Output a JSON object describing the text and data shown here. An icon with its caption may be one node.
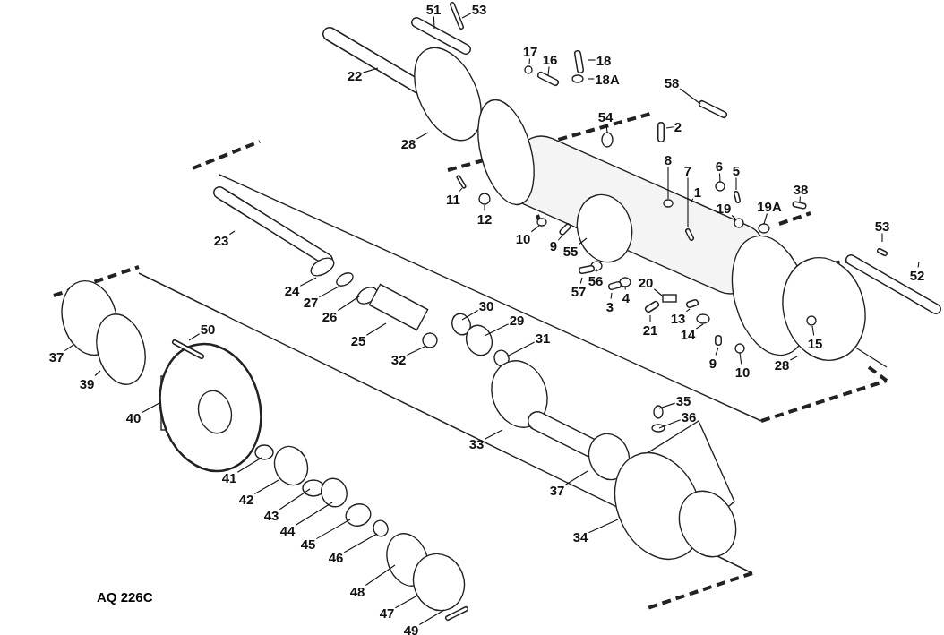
{
  "diagram": {
    "nodes": [
      {
        "text": [
          "51"
        ]
      },
      {
        "text": [
          "53"
        ]
      },
      {
        "text": [
          "22"
        ]
      },
      {
        "text": [
          "17"
        ]
      },
      {
        "text": [
          "16"
        ]
      },
      {
        "text": [
          "18"
        ]
      },
      {
        "text": [
          "18A"
        ]
      },
      {
        "text": [
          "58"
        ]
      },
      {
        "text": [
          "54"
        ]
      },
      {
        "text": [
          "2"
        ]
      },
      {
        "text": [
          "28"
        ]
      },
      {
        "text": [
          "8"
        ]
      },
      {
        "text": [
          "7"
        ]
      },
      {
        "text": [
          "6"
        ]
      },
      {
        "text": [
          "5"
        ]
      },
      {
        "text": [
          "1"
        ]
      },
      {
        "text": [
          "19"
        ]
      },
      {
        "text": [
          "19A"
        ]
      },
      {
        "text": [
          "38"
        ]
      },
      {
        "text": [
          "11"
        ]
      },
      {
        "text": [
          "12"
        ]
      },
      {
        "text": [
          "10"
        ]
      },
      {
        "text": [
          "9"
        ]
      },
      {
        "text": [
          "55"
        ]
      },
      {
        "text": [
          "53"
        ]
      },
      {
        "text": [
          "52"
        ]
      },
      {
        "text": [
          "57"
        ]
      },
      {
        "text": [
          "56"
        ]
      },
      {
        "text": [
          "3"
        ]
      },
      {
        "text": [
          "4"
        ]
      },
      {
        "text": [
          "20"
        ]
      },
      {
        "text": [
          "21"
        ]
      },
      {
        "text": [
          "13"
        ]
      },
      {
        "text": [
          "14"
        ]
      },
      {
        "text": [
          "15"
        ]
      },
      {
        "text": [
          "9"
        ]
      },
      {
        "text": [
          "10"
        ]
      },
      {
        "text": [
          "28"
        ]
      },
      {
        "text": [
          "23"
        ]
      },
      {
        "text": [
          "24"
        ]
      },
      {
        "text": [
          "27"
        ]
      },
      {
        "text": [
          "26"
        ]
      },
      {
        "text": [
          "25"
        ]
      },
      {
        "text": [
          "30"
        ]
      },
      {
        "text": [
          "29"
        ]
      },
      {
        "text": [
          "31"
        ]
      },
      {
        "text": [
          "32"
        ]
      },
      {
        "text": [
          "37"
        ]
      },
      {
        "text": [
          "39"
        ]
      },
      {
        "text": [
          "50"
        ]
      },
      {
        "text": [
          "40"
        ]
      },
      {
        "text": [
          "41"
        ]
      },
      {
        "text": [
          "42"
        ]
      },
      {
        "text": [
          "43"
        ]
      },
      {
        "text": [
          "44"
        ]
      },
      {
        "text": [
          "45"
        ]
      },
      {
        "text": [
          "46"
        ]
      },
      {
        "text": [
          "48"
        ]
      },
      {
        "text": [
          "47"
        ]
      },
      {
        "text": [
          "49"
        ]
      },
      {
        "text": [
          "33"
        ]
      },
      {
        "text": [
          "35"
        ]
      },
      {
        "text": [
          "36"
        ]
      },
      {
        "text": [
          "37"
        ]
      },
      {
        "text": [
          "34"
        ]
      }
    ],
    "edges": [
      {
        "from": 0,
        "to": null,
        "arrow": "none"
      },
      {
        "from": 1,
        "to": null,
        "arrow": "none"
      },
      {
        "from": 2,
        "to": null,
        "arrow": "none"
      },
      {
        "from": 3,
        "to": null,
        "arrow": "none"
      },
      {
        "from": 4,
        "to": null,
        "arrow": "none"
      },
      {
        "from": 5,
        "to": null,
        "arrow": "none"
      },
      {
        "from": 6,
        "to": null,
        "arrow": "none"
      },
      {
        "from": 7,
        "to": null,
        "arrow": "none"
      },
      {
        "from": 8,
        "to": null,
        "arrow": "none"
      },
      {
        "from": 9,
        "to": null,
        "arrow": "none"
      },
      {
        "from": 10,
        "to": null,
        "arrow": "none"
      },
      {
        "from": 11,
        "to": null,
        "arrow": "none"
      },
      {
        "from": 12,
        "to": null,
        "arrow": "none"
      },
      {
        "from": 13,
        "to": null,
        "arrow": "none"
      },
      {
        "from": 14,
        "to": null,
        "arrow": "none"
      },
      {
        "from": 15,
        "to": null,
        "arrow": "none"
      },
      {
        "from": 16,
        "to": null,
        "arrow": "none"
      },
      {
        "from": 17,
        "to": null,
        "arrow": "none"
      },
      {
        "from": 18,
        "to": null,
        "arrow": "none"
      },
      {
        "from": 19,
        "to": null,
        "arrow": "none"
      },
      {
        "from": 20,
        "to": null,
        "arrow": "none"
      },
      {
        "from": 21,
        "to": null,
        "arrow": "none"
      },
      {
        "from": 22,
        "to": null,
        "arrow": "none"
      },
      {
        "from": 23,
        "to": null,
        "arrow": "none"
      },
      {
        "from": 24,
        "to": null,
        "arrow": "none"
      },
      {
        "from": 25,
        "to": null,
        "arrow": "none"
      },
      {
        "from": 26,
        "to": null,
        "arrow": "none"
      },
      {
        "from": 27,
        "to": null,
        "arrow": "none"
      },
      {
        "from": 28,
        "to": null,
        "arrow": "none"
      },
      {
        "from": 29,
        "to": null,
        "arrow": "none"
      },
      {
        "from": 30,
        "to": null,
        "arrow": "none"
      },
      {
        "from": 31,
        "to": null,
        "arrow": "none"
      },
      {
        "from": 32,
        "to": null,
        "arrow": "none"
      },
      {
        "from": 33,
        "to": null,
        "arrow": "none"
      },
      {
        "from": 34,
        "to": null,
        "arrow": "none"
      },
      {
        "from": 35,
        "to": null,
        "arrow": "none"
      },
      {
        "from": 36,
        "to": null,
        "arrow": "none"
      },
      {
        "from": 37,
        "to": null,
        "arrow": "none"
      },
      {
        "from": 38,
        "to": null,
        "arrow": "none"
      },
      {
        "from": 39,
        "to": null,
        "arrow": "none"
      },
      {
        "from": 40,
        "to": null,
        "arrow": "none"
      },
      {
        "from": 41,
        "to": null,
        "arrow": "none"
      },
      {
        "from": 42,
        "to": null,
        "arrow": "none"
      },
      {
        "from": 43,
        "to": null,
        "arrow": "none"
      },
      {
        "from": 44,
        "to": null,
        "arrow": "none"
      },
      {
        "from": 45,
        "to": null,
        "arrow": "none"
      },
      {
        "from": 46,
        "to": null,
        "arrow": "none"
      },
      {
        "from": 47,
        "to": null,
        "arrow": "none"
      },
      {
        "from": 48,
        "to": null,
        "arrow": "none"
      },
      {
        "from": 49,
        "to": null,
        "arrow": "none"
      },
      {
        "from": 50,
        "to": null,
        "arrow": "none"
      },
      {
        "from": 51,
        "to": null,
        "arrow": "none"
      },
      {
        "from": 52,
        "to": null,
        "arrow": "none"
      },
      {
        "from": 53,
        "to": null,
        "arrow": "none"
      },
      {
        "from": 54,
        "to": null,
        "arrow": "none"
      },
      {
        "from": 55,
        "to": null,
        "arrow": "none"
      },
      {
        "from": 56,
        "to": null,
        "arrow": "none"
      },
      {
        "from": 57,
        "to": null,
        "arrow": "none"
      },
      {
        "from": 58,
        "to": null,
        "arrow": "none"
      },
      {
        "from": 59,
        "to": null,
        "arrow": "none"
      },
      {
        "from": 60,
        "to": null,
        "arrow": "none"
      },
      {
        "from": 61,
        "to": null,
        "arrow": "none"
      },
      {
        "from": 62,
        "to": null,
        "arrow": "none"
      },
      {
        "from": 63,
        "to": null,
        "arrow": "none"
      },
      {
        "from": 64,
        "to": null,
        "arrow": "none"
      }
    ],
    "labels": [
      "AQ 226C"
    ]
  }
}
